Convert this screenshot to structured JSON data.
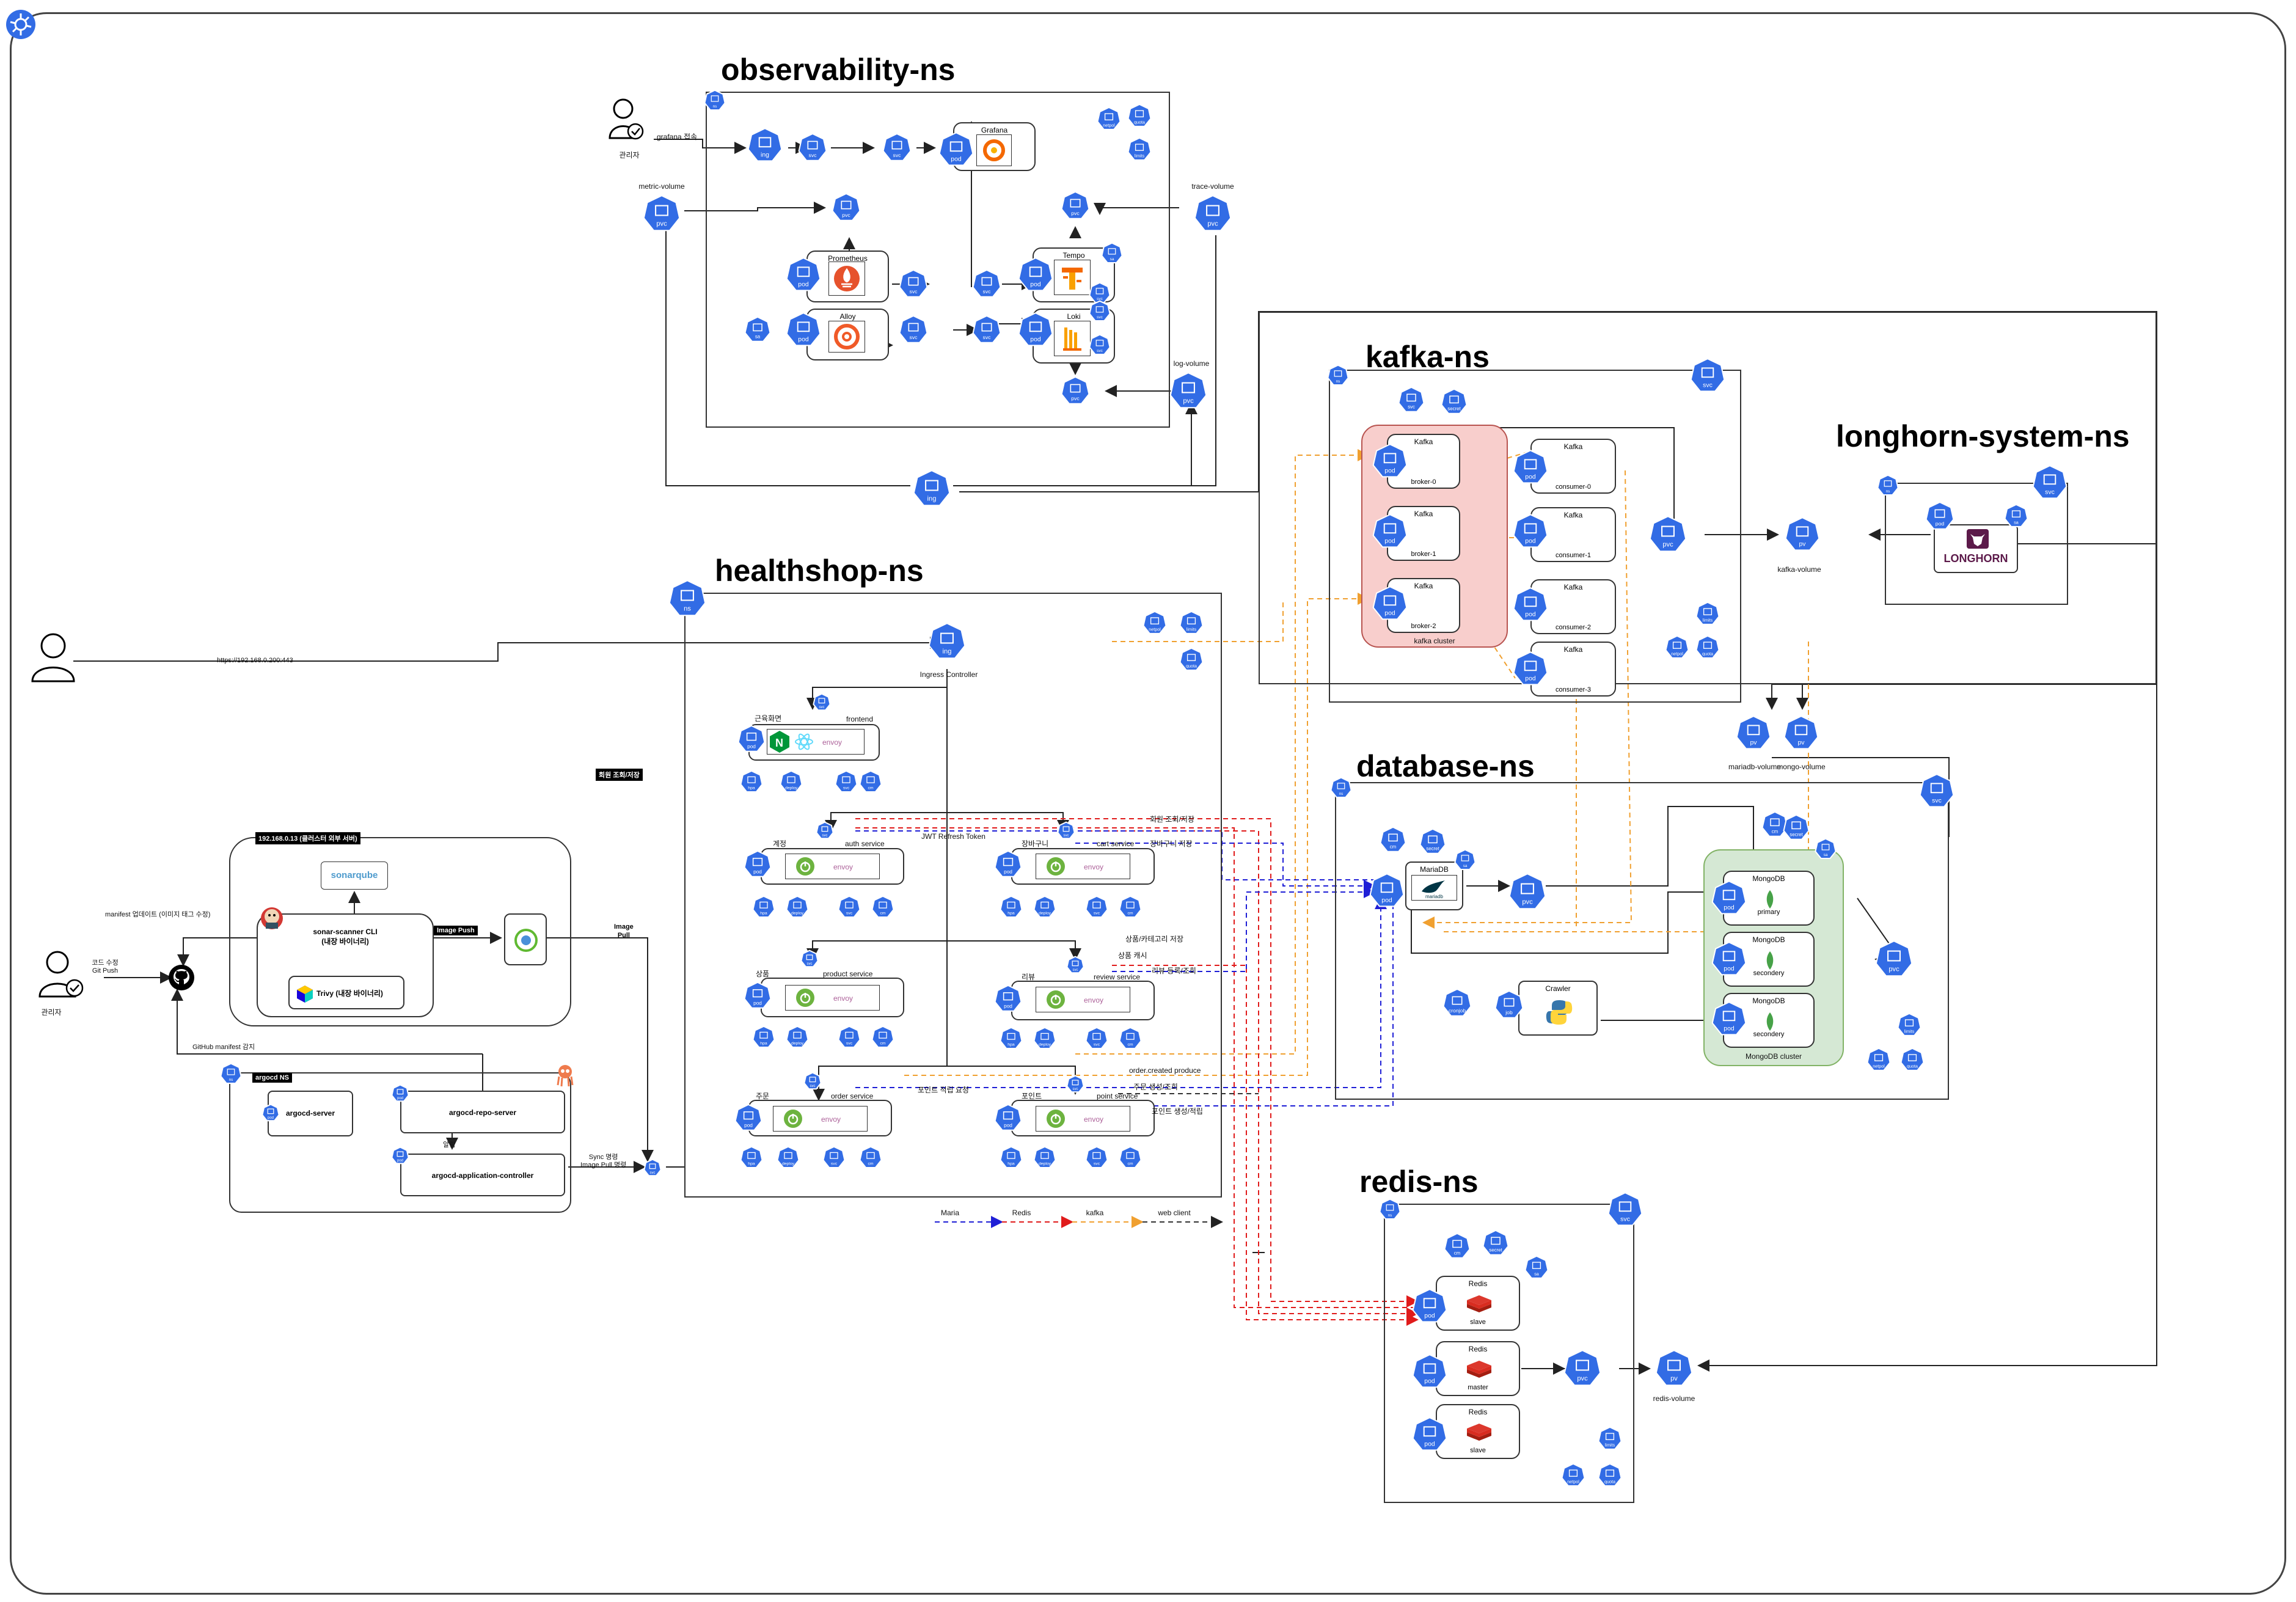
{
  "namespaces": {
    "observability": "observability-ns",
    "kafka": "kafka-ns",
    "longhorn": "longhorn-system-ns",
    "healthshop": "healthshop-ns",
    "database": "database-ns",
    "redis": "redis-ns",
    "argocd": "argocd NS"
  },
  "observability": {
    "admin_label": "관리자",
    "grafana_access": "grafana 접속",
    "grafana": "Grafana",
    "prometheus": "Prometheus",
    "alloy": "Alloy",
    "tempo": "Tempo",
    "loki": "Loki",
    "metric_volume": "metric-volume",
    "trace_volume": "trace-volume",
    "log_volume": "log-volume",
    "pvc": "pvc",
    "pod": "pod",
    "svc": "svc",
    "ing": "ing",
    "ns": "ns",
    "netpol": "netpol",
    "quota": "quota",
    "limits": "limits",
    "sa": "sa"
  },
  "kafka": {
    "kafka": "Kafka",
    "kafka_logo": "kafka",
    "brokers": [
      "broker-0",
      "broker-1",
      "broker-2"
    ],
    "consumers": [
      "consumer-0",
      "consumer-1",
      "consumer-2",
      "consumer-3"
    ],
    "cluster": "kafka cluster",
    "volume": "kafka-volume"
  },
  "longhorn": {
    "logo": "LONGHORN"
  },
  "healthshop": {
    "client_url": "https://192.168.0.200:443",
    "ingress_controller": "Ingress Controller",
    "user_screen": "근육화면",
    "frontend": "frontend",
    "auth_tag": "계정",
    "auth_service": "auth service",
    "cart_tag": "장바구니",
    "cart_service": "cart service",
    "product_tag": "상품",
    "product_service": "product service",
    "review_tag": "리뷰",
    "review_service": "review service",
    "order_tag": "주문",
    "order_service": "order service",
    "point_tag": "포인트",
    "point_service": "point service",
    "jwt": "JWT Refresh Token",
    "member_rw": "회원 조회/저장",
    "cart_save": "장바구니 저장",
    "product_category_save": "상품/카테고리 저장",
    "product_cache": "상품 캐시",
    "review_rw": "리뷰 등록/조회",
    "order_created": "order.created produce",
    "order_rw": "주문 생성/조회",
    "point_request": "포인트 적립 요청",
    "point_rw": "포인트 생성/적립",
    "envoy": "envoy",
    "member_badge": "회원 조회/저장"
  },
  "legend": {
    "maria": "Maria",
    "redis": "Redis",
    "kafka": "kafka",
    "web": "web client"
  },
  "database": {
    "mariadb": "MariaDB",
    "mongodb": "MongoDB",
    "primary": "primary",
    "secondary": "secondery",
    "mongo_cluster": "MongoDB cluster",
    "crawler": "Crawler",
    "mariadb_volume": "mariadb-volume",
    "mongo_volume": "mongo-volume",
    "mariadb_logo": "mariadb"
  },
  "redis": {
    "redis": "Redis",
    "slave": "slave",
    "master": "master",
    "volume": "redis-volume"
  },
  "cicd": {
    "admin": "관리자",
    "code_push": "코드 수정\nGit Push",
    "manifest_update": "manifest 업데이트 (이미지 태그 수정)",
    "external_server": "192.168.0.13 (클러스터 외부 서버)",
    "sonar_logo": "sonarqube",
    "sonar_cli": "sonar-scanner CLI\n(내장 바이너리)",
    "trivy": "Trivy (내장 바이너리)",
    "image_push": "Image Push",
    "image_pull": "Image\nPull",
    "github_detect": "GitHub manifest 감지",
    "argocd_server": "argocd-server",
    "argocd_repo": "argocd-repo-server",
    "argocd_app": "argocd-application-controller",
    "notify": "알림",
    "sync": "Sync 명령\nImage Pull 명령"
  },
  "colors": {
    "k8s_blue": "#326ce5",
    "kafka_group": "#f8cecc",
    "mongo_group": "#d5e8d4",
    "maria_line": "#1f1fd6",
    "redis_line": "#e01b1b",
    "kafka_line": "#f0a030",
    "web_line": "#333333"
  }
}
